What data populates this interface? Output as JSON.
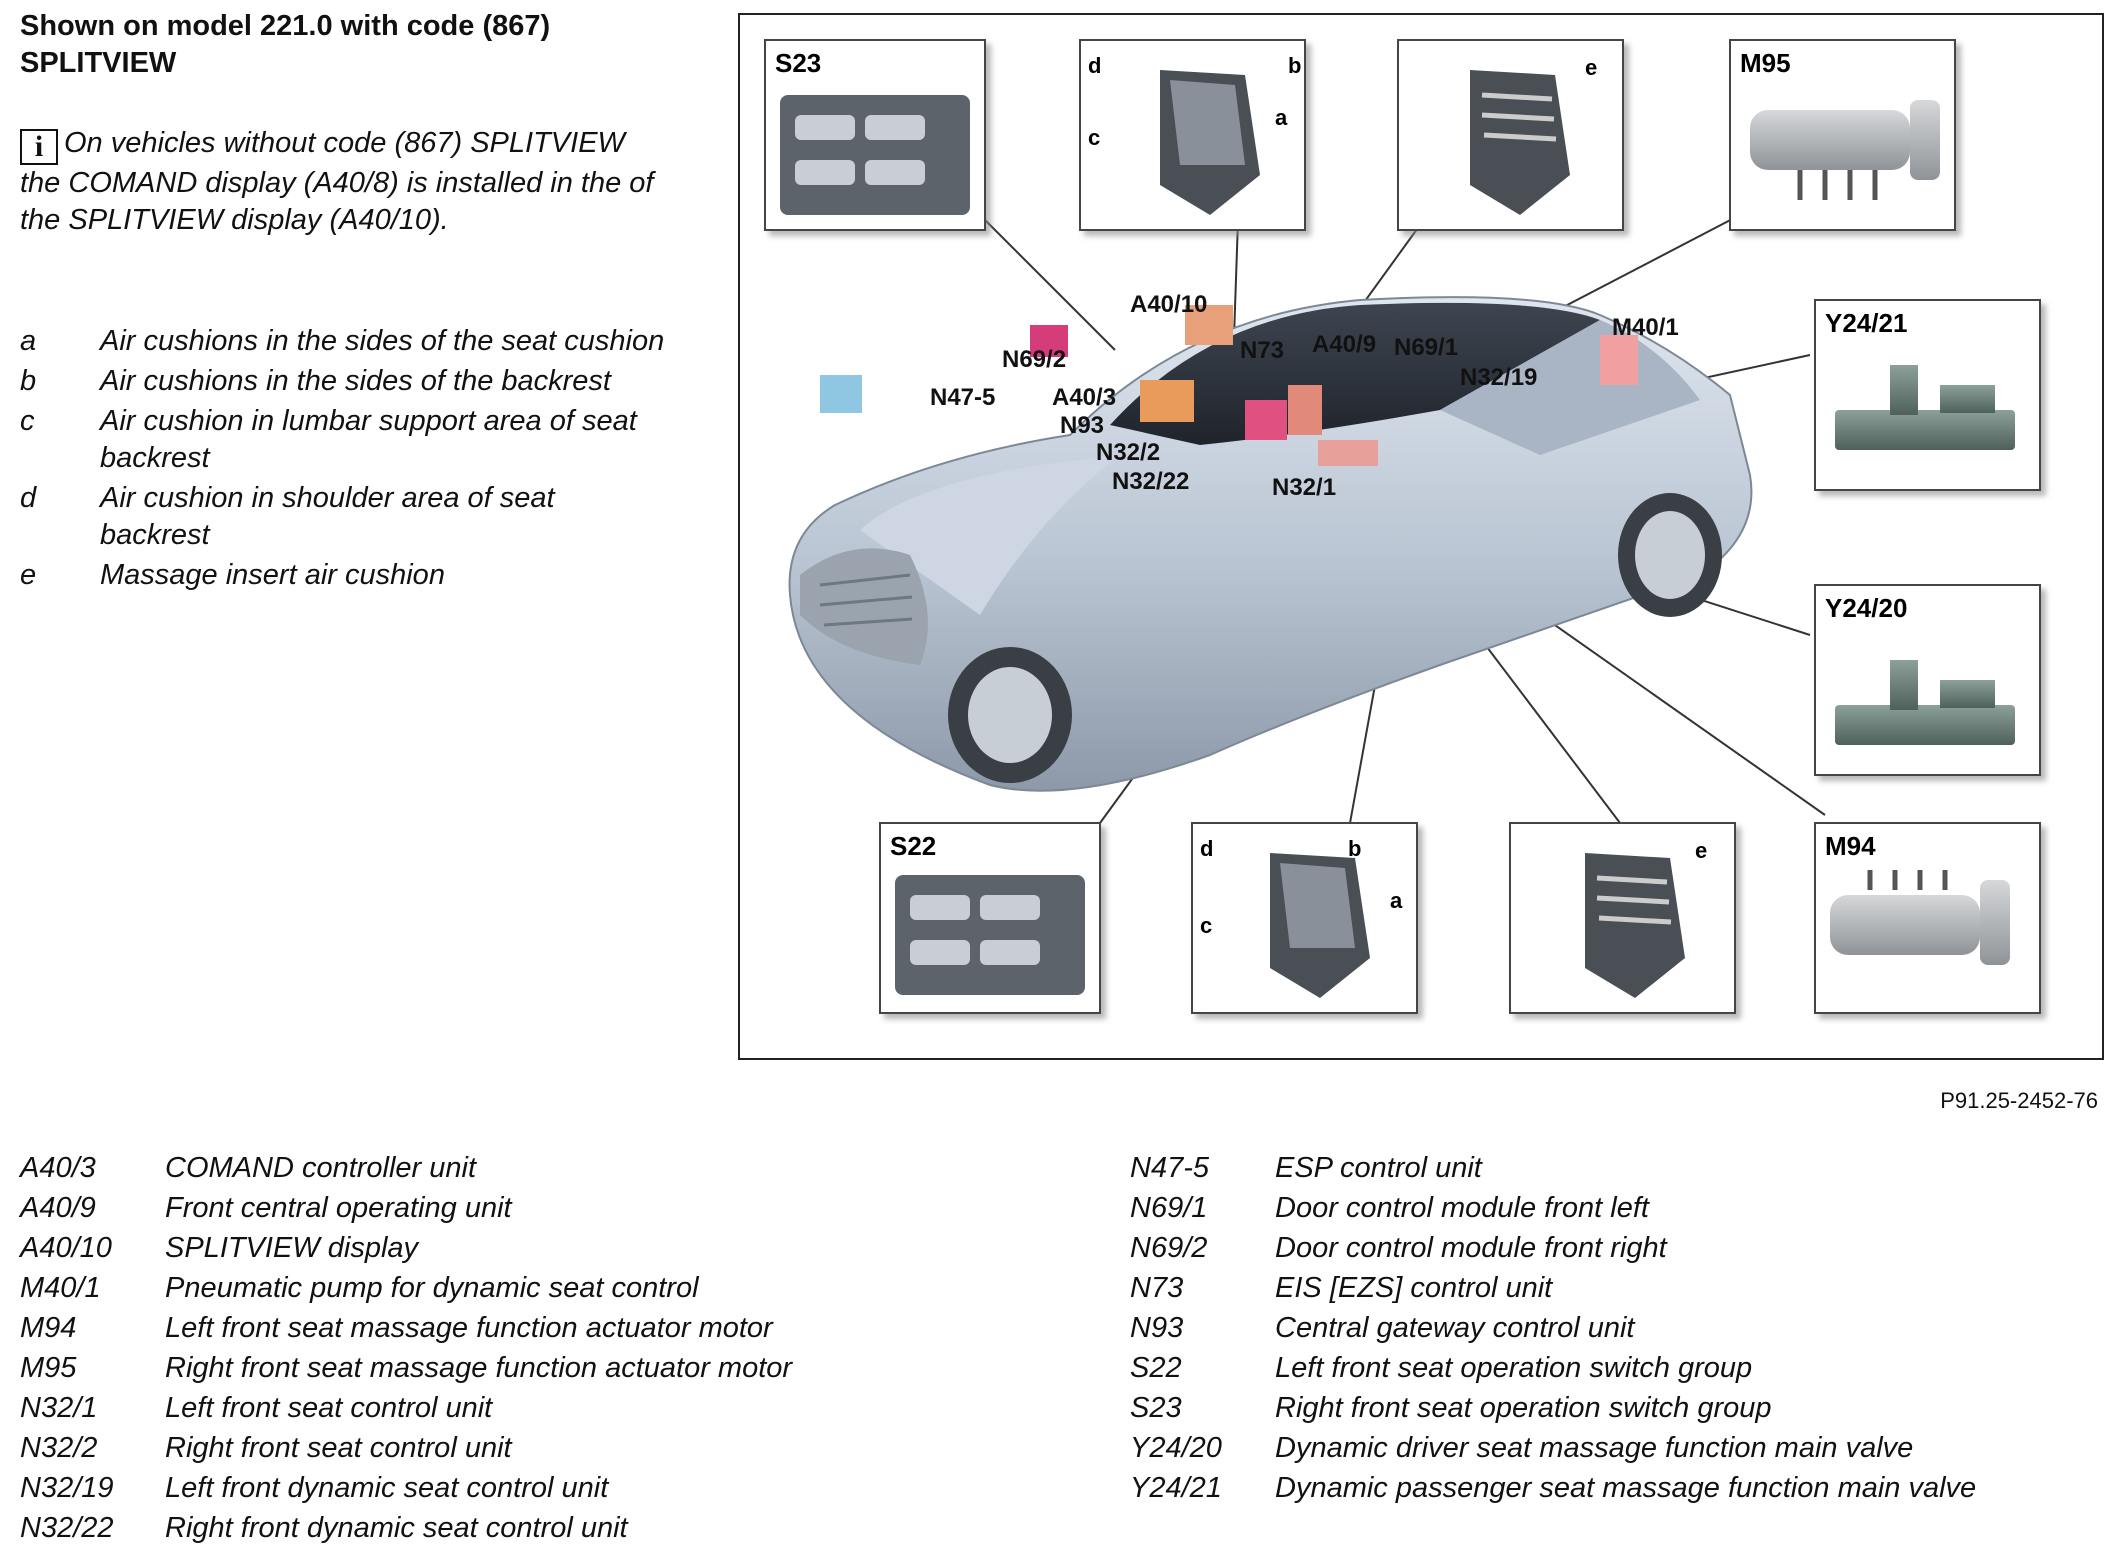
{
  "header": {
    "line1": "Shown on model 221.0 with code (867)",
    "line2": "SPLITVIEW"
  },
  "note": {
    "icon_letter": "i",
    "text": "On vehicles without code (867) SPLITVIEW the COMAND display (A40/8) is installed in the of the SPLITVIEW display (A40/10)."
  },
  "letter_legend": [
    {
      "key": "a",
      "text": "Air cushions in the sides of the seat cushion"
    },
    {
      "key": "b",
      "text": "Air cushions in the sides of the backrest"
    },
    {
      "key": "c",
      "text": "Air cushion in lumbar support area of seat backrest"
    },
    {
      "key": "d",
      "text": "Air cushion in shoulder area of seat backrest"
    },
    {
      "key": "e",
      "text": "Massage insert air cushion"
    }
  ],
  "figure": {
    "boxes": {
      "s23": "S23",
      "m95": "M95",
      "y2421": "Y24/21",
      "y2420": "Y24/20",
      "s22": "S22",
      "m94": "M94"
    },
    "seat_letters": {
      "a": "a",
      "b": "b",
      "c": "c",
      "d": "d",
      "e": "e"
    },
    "callouts": {
      "a4010": "A40/10",
      "n692": "N69/2",
      "n73": "N73",
      "a409": "A40/9",
      "n691": "N69/1",
      "m401": "M40/1",
      "n3219": "N32/19",
      "n475": "N47-5",
      "a403": "A40/3",
      "n93": "N93",
      "n322": "N32/2",
      "n3222": "N32/22",
      "n321": "N32/1"
    },
    "reference": "P91.25-2452-76"
  },
  "legend_left": [
    {
      "code": "A40/3",
      "desc": "COMAND controller unit"
    },
    {
      "code": "A40/9",
      "desc": "Front central operating unit"
    },
    {
      "code": "A40/10",
      "desc": "SPLITVIEW display"
    },
    {
      "code": "M40/1",
      "desc": "Pneumatic pump for dynamic seat control"
    },
    {
      "code": "M94",
      "desc": "Left front seat massage function actuator motor"
    },
    {
      "code": "M95",
      "desc": "Right front seat massage function actuator motor"
    },
    {
      "code": "N32/1",
      "desc": "Left front seat control unit"
    },
    {
      "code": "N32/2",
      "desc": "Right front seat control unit"
    },
    {
      "code": "N32/19",
      "desc": "Left front dynamic seat control unit"
    },
    {
      "code": "N32/22",
      "desc": "Right front dynamic seat control unit"
    }
  ],
  "legend_right": [
    {
      "code": "N47-5",
      "desc": "ESP control unit"
    },
    {
      "code": "N69/1",
      "desc": "Door control module front left"
    },
    {
      "code": "N69/2",
      "desc": "Door control module front right"
    },
    {
      "code": "N73",
      "desc": "EIS [EZS] control unit"
    },
    {
      "code": "N93",
      "desc": "Central gateway control unit"
    },
    {
      "code": "S22",
      "desc": "Left front seat operation switch group"
    },
    {
      "code": "S23",
      "desc": "Right front seat operation switch group"
    },
    {
      "code": "Y24/20",
      "desc": "Dynamic driver seat massage function main valve"
    },
    {
      "code": "Y24/21",
      "desc": "Dynamic passenger seat massage function main valve"
    }
  ]
}
